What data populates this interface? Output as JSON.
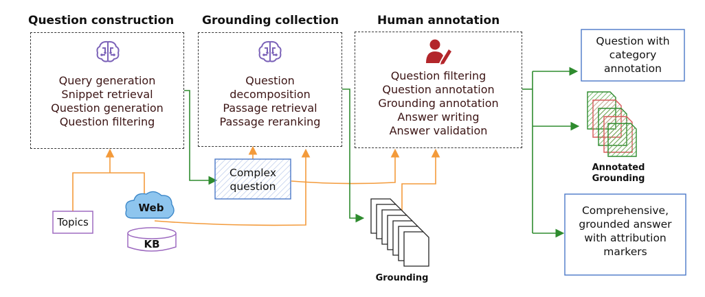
{
  "stages": {
    "question_construction": {
      "title": "Question construction",
      "icon": "brain-circuit-icon",
      "steps": [
        "Query generation",
        "Snippet retrieval",
        "Question generation",
        "Question filtering"
      ]
    },
    "grounding_collection": {
      "title": "Grounding collection",
      "icon": "brain-circuit-icon",
      "steps": [
        "Question",
        "decomposition",
        "Passage retrieval",
        "Passage reranking"
      ]
    },
    "human_annotation": {
      "title": "Human annotation",
      "icon": "person-pen-icon",
      "steps": [
        "Question filtering",
        "Question annotation",
        "Grounding annotation",
        "Answer writing",
        "Answer validation"
      ]
    }
  },
  "inputs": {
    "topics": "Topics",
    "web": "Web",
    "kb": "KB"
  },
  "intermediate": {
    "complex_question": [
      "Complex",
      "question"
    ],
    "grounding": "Grounding"
  },
  "outputs": {
    "question_category": [
      "Question with",
      "category",
      "annotation"
    ],
    "annotated_grounding": [
      "Annotated",
      "Grounding"
    ],
    "answer": [
      "Comprehensive,",
      "grounded answer",
      "with attribution",
      "markers"
    ]
  },
  "colors": {
    "orange_arrow": "#f39a3a",
    "green_arrow": "#2e8b2e",
    "blue_box": "#4a78c8",
    "purple_box": "#9d6ac0",
    "step_text": "#3b1414",
    "person_icon": "#b3262b",
    "brain_icon": "#7b62b8"
  }
}
